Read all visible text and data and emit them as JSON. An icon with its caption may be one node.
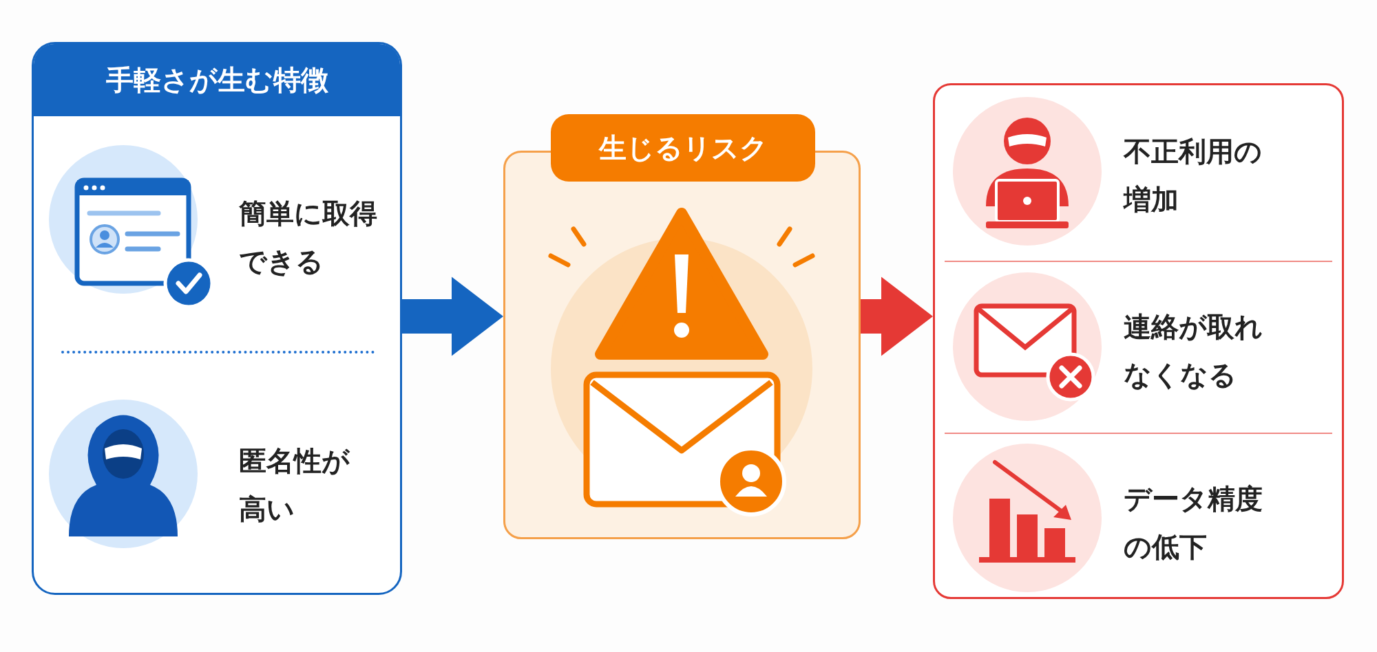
{
  "diagram": {
    "nodes": [
      {
        "text": [
          "手軽さが生む特徴"
        ]
      },
      {
        "text": [
          "簡単に取得できる"
        ],
        "in": 0
      },
      {
        "text": [
          "匿名性が高い"
        ],
        "in": 0
      },
      {
        "text": [
          "生じるリスク"
        ]
      },
      {
        "text": [],
        "shape": "box"
      },
      {
        "text": [
          "不正利用の増加"
        ],
        "in": 4
      },
      {
        "text": [
          "連絡が取れなくなる"
        ],
        "in": 4
      },
      {
        "text": [
          "データ精度の低下"
        ],
        "in": 4
      }
    ],
    "edges": [
      {
        "from": 0,
        "to": 3,
        "arrow": "to",
        "style": "thick",
        "color": "#1565c0"
      },
      {
        "from": 3,
        "to": 4,
        "arrow": "to",
        "style": "thick",
        "color": "#e53935"
      }
    ]
  }
}
